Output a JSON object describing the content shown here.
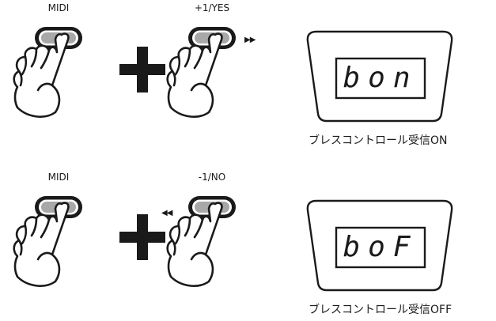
{
  "rows": [
    {
      "button1_label": "MIDI",
      "button2_label": "+1/YES",
      "arrow_glyph": "▶▶",
      "display_text": "bon",
      "caption": "ブレスコントロール受信ON"
    },
    {
      "button1_label": "MIDI",
      "button2_label": "-1/NO",
      "arrow_glyph": "◀◀",
      "display_text": "boF",
      "caption": "ブレスコントロール受信OFF"
    }
  ],
  "colors": {
    "ink": "#1a1a1a",
    "button_fill": "#a8a8a8",
    "background": "#ffffff"
  }
}
